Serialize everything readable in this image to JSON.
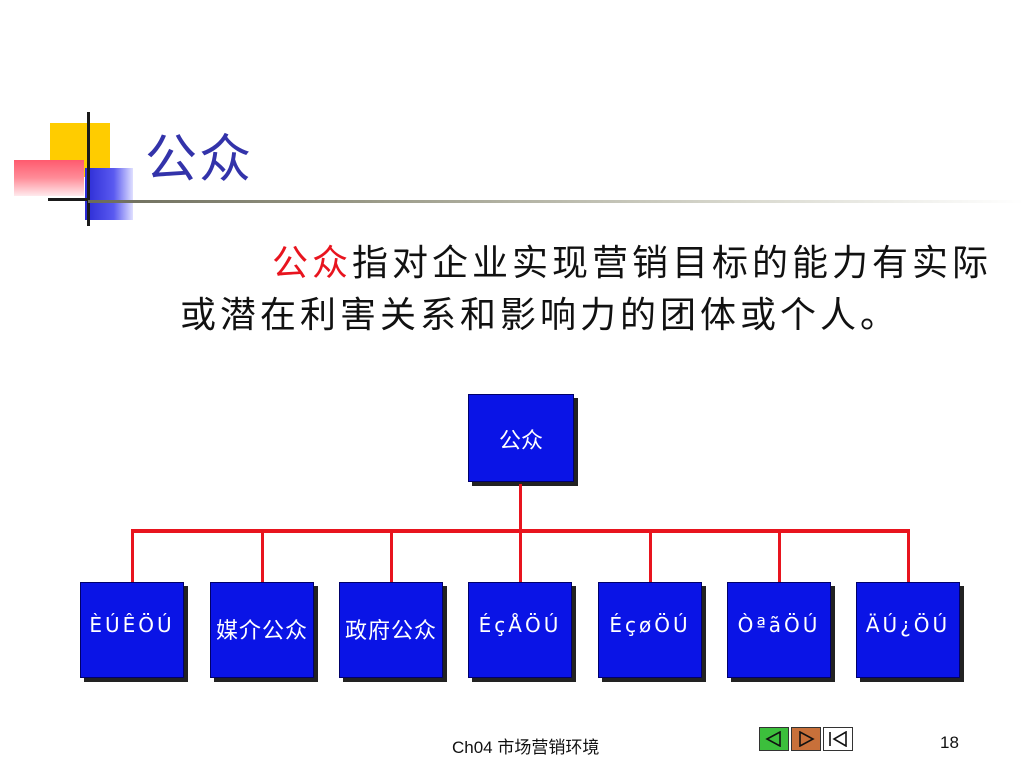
{
  "slide": {
    "title": "公众",
    "body": {
      "highlight": "公众",
      "text": "指对企业实现营销目标的能力有实际或潜在利害关系和影响力的团体或个人。"
    }
  },
  "org_chart": {
    "root": "公众",
    "children": [
      "ÈÚÊÖÚ",
      "媒介公众",
      "政府公众",
      "ÉçÅÖÚ",
      "ÉçøÖÚ",
      "ÒªãÖÚ",
      "ÄÚ¿ÖÚ"
    ]
  },
  "footer": {
    "label": "Ch04 市场营销环境",
    "page": "18"
  },
  "nav": {
    "prev_icon": "triangle-left-icon",
    "next_icon": "triangle-right-icon",
    "end_icon": "skip-to-end-icon"
  },
  "colors": {
    "title": "#3333aa",
    "highlight": "#e8141e",
    "node": "#0a14e6",
    "wire": "#e8141e"
  }
}
